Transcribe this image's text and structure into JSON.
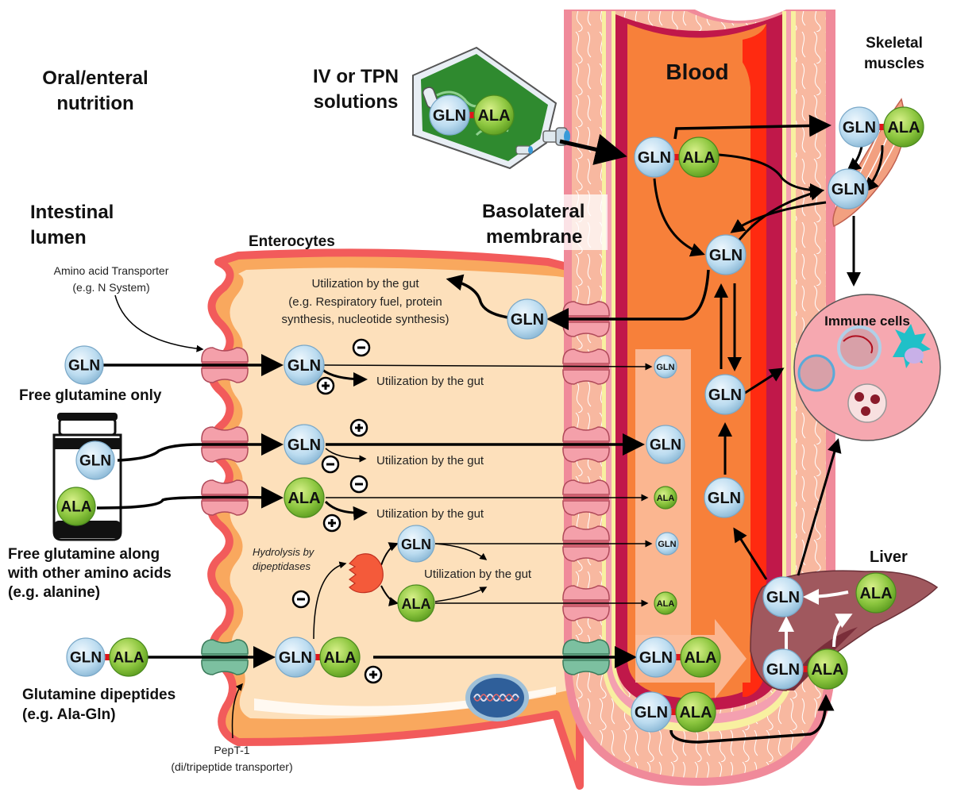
{
  "title_labels": {
    "oral_enteral": [
      "Oral/enteral",
      "nutrition"
    ],
    "iv_tpn": [
      "IV or TPN",
      "solutions"
    ],
    "blood": "Blood",
    "skeletal_muscles": [
      "Skeletal",
      "muscles"
    ],
    "intestinal_lumen": [
      "Intestinal",
      "lumen"
    ],
    "enterocytes": "Enterocytes",
    "basolateral_membrane": [
      "Basolateral",
      "membrane"
    ],
    "immune_cells": "Immune cells",
    "liver": "Liver"
  },
  "lumen_sources": {
    "free_glutamine": "Free glutamine only",
    "free_glutamine_other": [
      "Free glutamine along",
      "with other amino acids",
      "(e.g. alanine)"
    ],
    "dipeptides": [
      "Glutamine dipeptides",
      "(e.g. Ala-Gln)"
    ]
  },
  "annotations": {
    "aa_transporter": [
      "Amino acid Transporter",
      "(e.g. N System)"
    ],
    "pept1": [
      "PepT-1",
      "(di/tripeptide transporter)"
    ],
    "hydrolysis": [
      "Hydrolysis by",
      "dipeptidases"
    ],
    "gut_utilization_detail": [
      "Utilization by the gut",
      "(e.g. Respiratory fuel, protein",
      "synthesis, nucleotide synthesis)"
    ],
    "gut_utilization": "Utilization by the gut"
  },
  "molecules": {
    "gln": "GLN",
    "ala": "ALA"
  },
  "regulation_signs": {
    "plus": "+",
    "minus": "−"
  },
  "colors": {
    "gln_fill": "#bcdcf0",
    "ala_fill": "#8cc63f",
    "bond": "#e0151b",
    "blood": "#f7803a",
    "blood_dark": "#ff2a10",
    "vessel_inner": "#c0184a",
    "vessel_wall": "#f6b6a0",
    "vessel_outer": "#f08a9a",
    "enterocyte_fill": "#fde0bb",
    "enterocyte_edge": "#f25b5b",
    "immune_fill": "#f6a8b0",
    "liver": "#a0585e",
    "transporter_pink": "#f4a0aa",
    "transporter_green": "#7cc0a0"
  }
}
